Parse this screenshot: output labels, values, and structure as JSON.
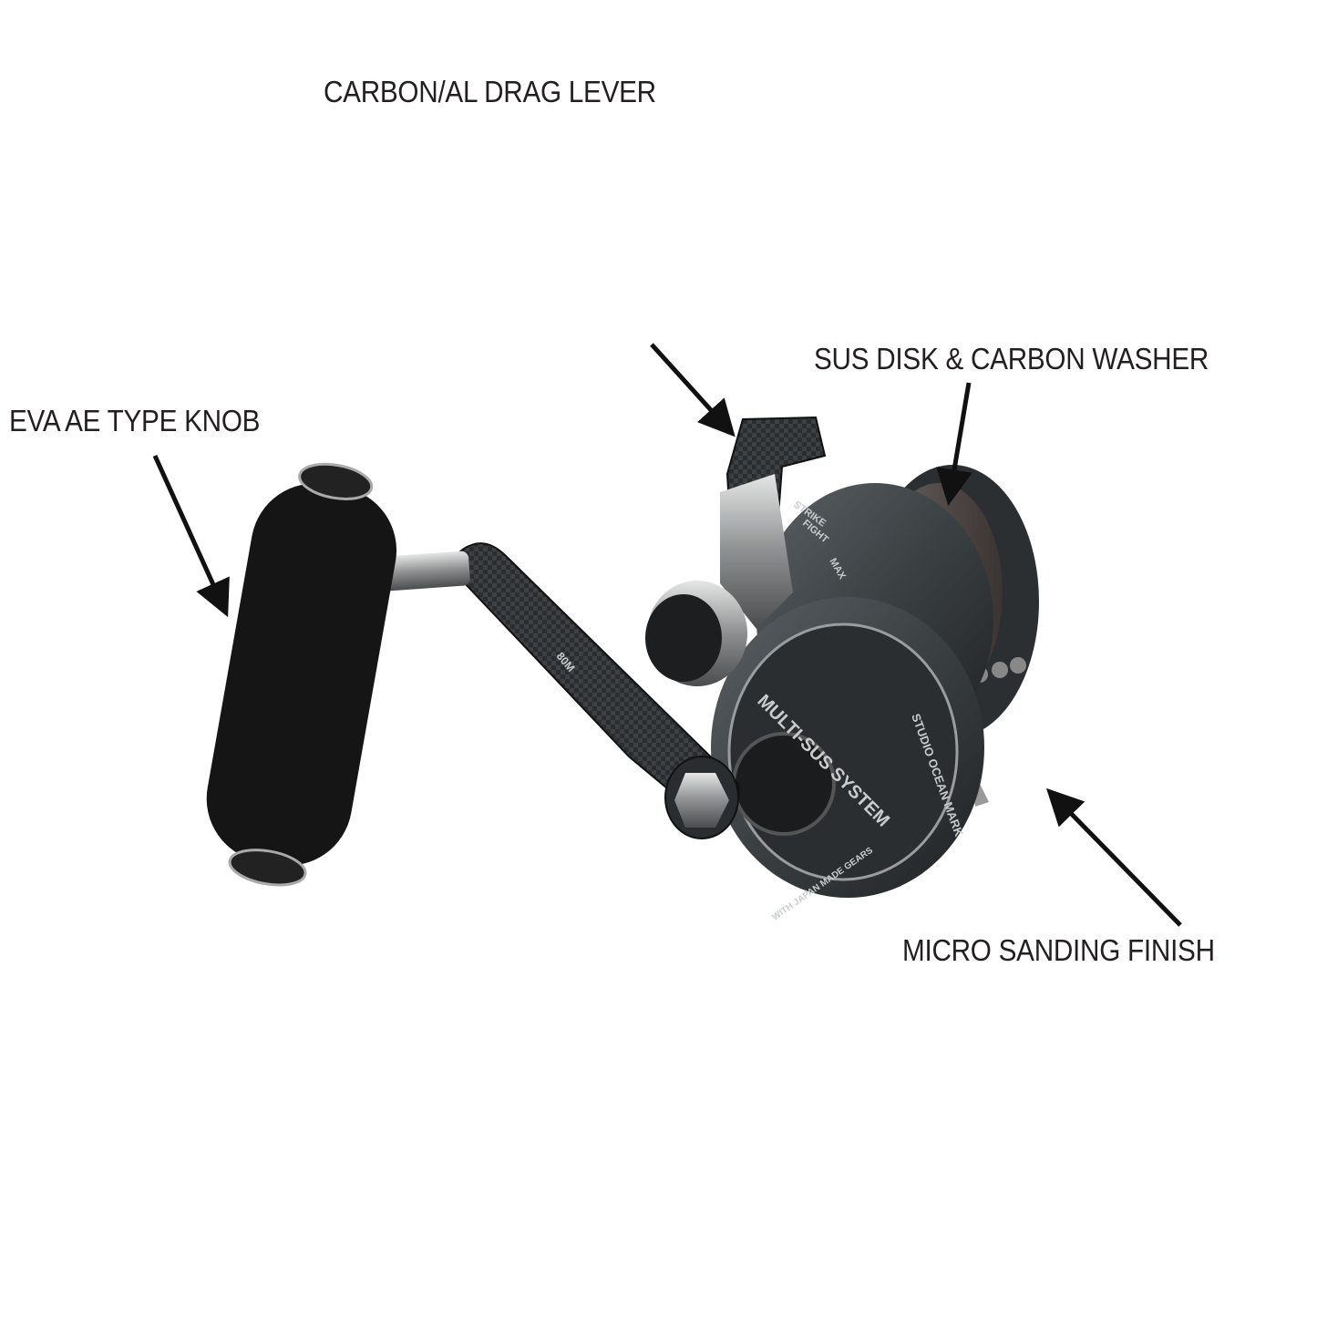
{
  "annotations": [
    {
      "id": "drag-lever",
      "text": "CARBON/AL DRAG LEVER"
    },
    {
      "id": "sus-disk",
      "text": "SUS DISK & CARBON WASHER"
    },
    {
      "id": "knob",
      "text": "EVA AE TYPE KNOB"
    },
    {
      "id": "finish",
      "text": "MICRO SANDING FINISH"
    }
  ],
  "reel_markings": {
    "drag_scale": [
      "STRIKE",
      "FIGHT",
      "MAX"
    ],
    "side_plate": "MULTI-SUS SYSTEM",
    "frame_brand": "STUDIO OCEAN MARK",
    "gears": "WITH JAPAN MADE GEARS",
    "handle_marking": "80M"
  },
  "colors": {
    "label": "#231f20",
    "arrow": "#111111",
    "body": "#3a3f42",
    "knob": "#151515"
  }
}
